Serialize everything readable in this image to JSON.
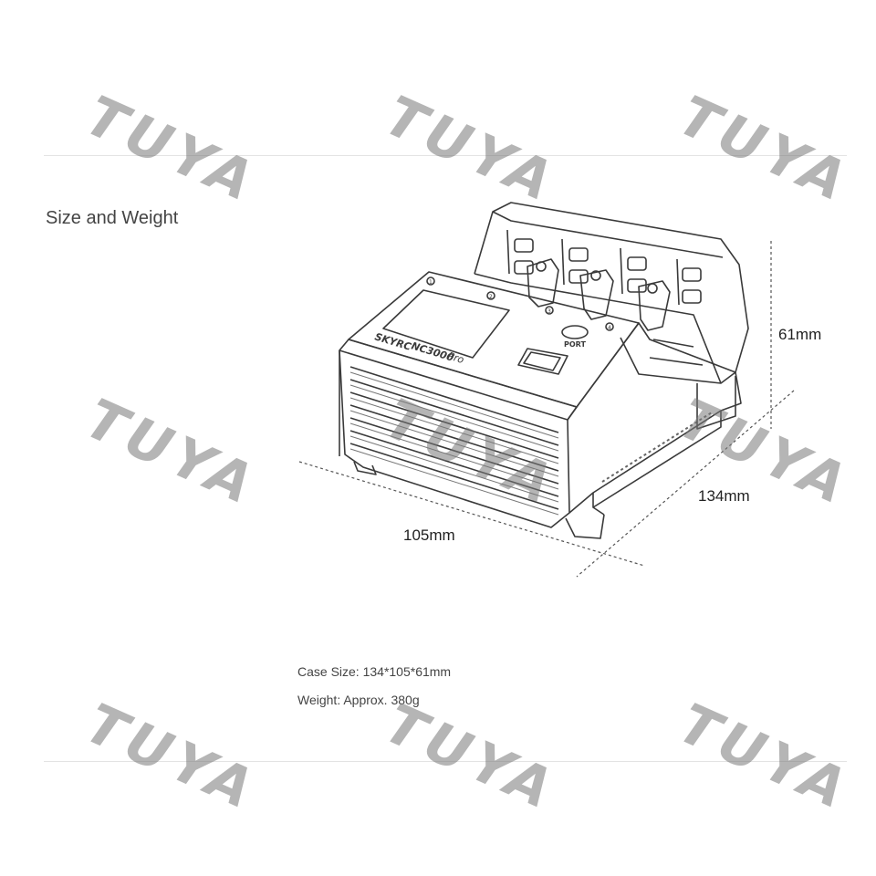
{
  "section_title": "Size and Weight",
  "dimensions": {
    "height": "61mm",
    "depth": "134mm",
    "width": "105mm"
  },
  "specs": {
    "case_size": "Case Size: 134*105*61mm",
    "weight": "Weight: Approx. 380g"
  },
  "product_labels": {
    "brand": "SKYRC",
    "model": "NC3000",
    "model_suffix": "Pro",
    "port_button": "PORT",
    "slot_numbers": [
      "1",
      "2",
      "3",
      "4"
    ]
  },
  "watermark": "TUYA"
}
